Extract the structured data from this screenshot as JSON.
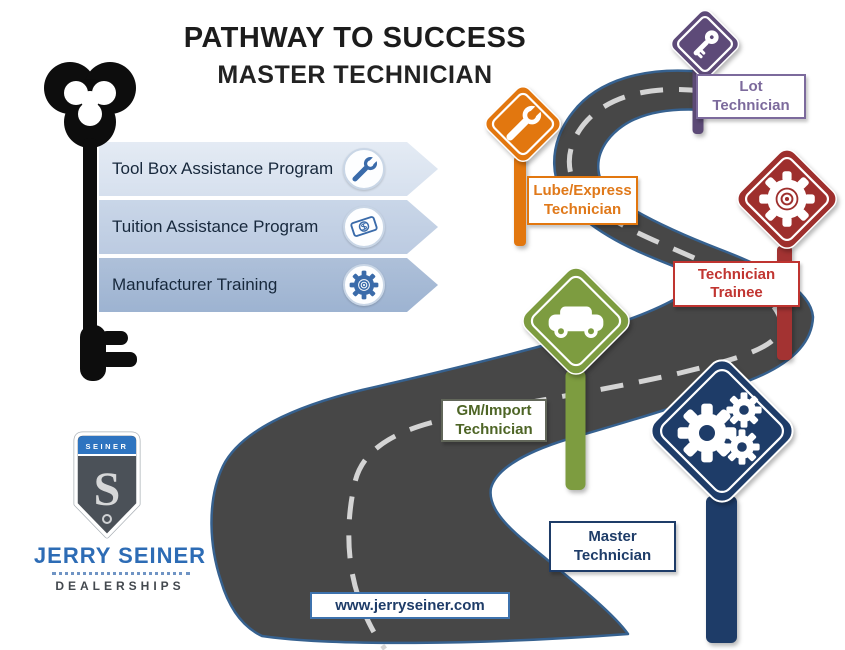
{
  "header": {
    "title": "PATHWAY TO SUCCESS",
    "subtitle": "MASTER TECHNICIAN"
  },
  "programs": [
    {
      "label": "Tool Box Assistance Program",
      "icon": "wrench-icon"
    },
    {
      "label": "Tuition Assistance Program",
      "icon": "dollar-bill-icon"
    },
    {
      "label": "Manufacturer Training",
      "icon": "gear-icon"
    }
  ],
  "milestones": [
    {
      "id": "lot-technician",
      "label": [
        "Lot",
        "Technician"
      ],
      "icon": "key-icon",
      "color": "#5d4a78"
    },
    {
      "id": "lube-express-technician",
      "label": [
        "Lube/Express",
        "Technician"
      ],
      "icon": "wrench-icon",
      "color": "#e2770f"
    },
    {
      "id": "technician-trainee",
      "label": [
        "Technician",
        "Trainee"
      ],
      "icon": "gear-outline-icon",
      "color": "#9e2f2d"
    },
    {
      "id": "gm-import-technician",
      "label": [
        "GM/Import",
        "Technician"
      ],
      "icon": "car-icon",
      "color": "#7d9c40"
    },
    {
      "id": "master-technician",
      "label": [
        "Master",
        "Technician"
      ],
      "icon": "gears-icon",
      "color": "#1e3c68"
    }
  ],
  "website": "www.jerryseiner.com",
  "logo": {
    "badge": "SEINER",
    "monogram": "S",
    "brand": "JERRY SEINER",
    "tagline": "DEALERSHIPS"
  },
  "road": {
    "color": "#474747",
    "edge_color": "#36618f",
    "dash_color": "#d4d4d4"
  }
}
